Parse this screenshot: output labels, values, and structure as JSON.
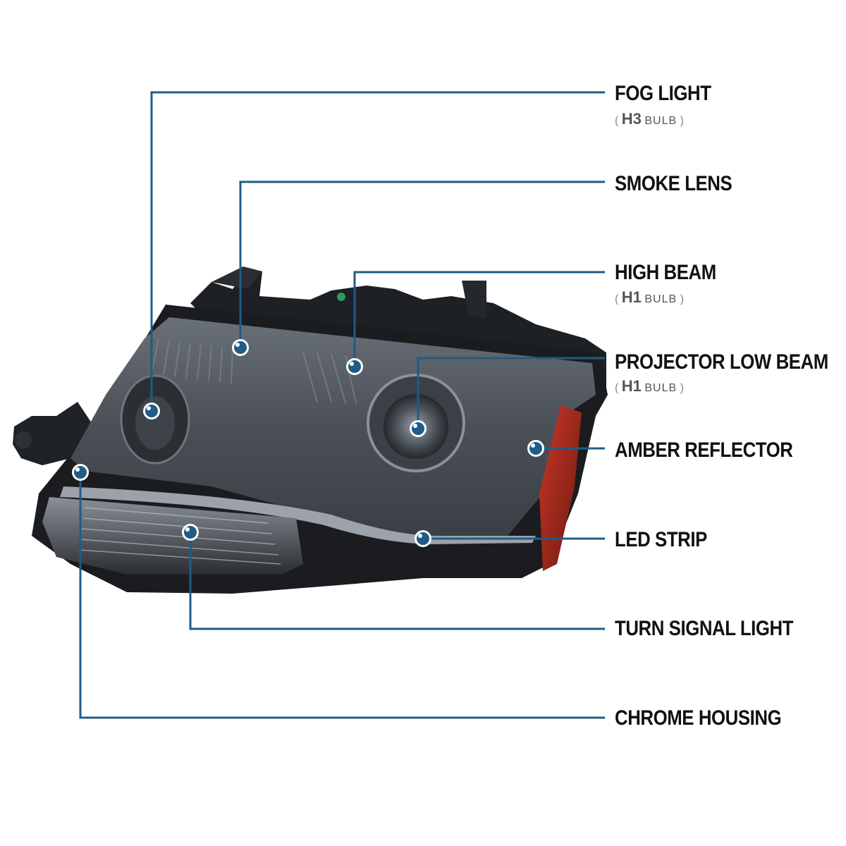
{
  "colors": {
    "leader_line": "#1f5c87",
    "dot_fill": "#1f5c87",
    "dot_ring": "#ffffff",
    "label_text": "#111111",
    "sub_text": "#555555",
    "housing_dark": "#1a1c1f",
    "lens_smoke": "#5a6068",
    "amber_reflector": "#9b2418"
  },
  "callouts": [
    {
      "id": "fog-light",
      "label": "FOG LIGHT",
      "bulb": "H3",
      "bulb_word": "BULB"
    },
    {
      "id": "smoke-lens",
      "label": "SMOKE LENS"
    },
    {
      "id": "high-beam",
      "label": "HIGH BEAM",
      "bulb": "H1",
      "bulb_word": "BULB"
    },
    {
      "id": "projector-low-beam",
      "label": "PROJECTOR LOW BEAM",
      "bulb": "H1",
      "bulb_word": "BULB"
    },
    {
      "id": "amber-reflector",
      "label": "AMBER REFLECTOR"
    },
    {
      "id": "led-strip",
      "label": "LED STRIP"
    },
    {
      "id": "turn-signal-light",
      "label": "TURN SIGNAL LIGHT"
    },
    {
      "id": "chrome-housing",
      "label": "CHROME HOUSING"
    }
  ],
  "paren_open": "(",
  "paren_close": ")"
}
